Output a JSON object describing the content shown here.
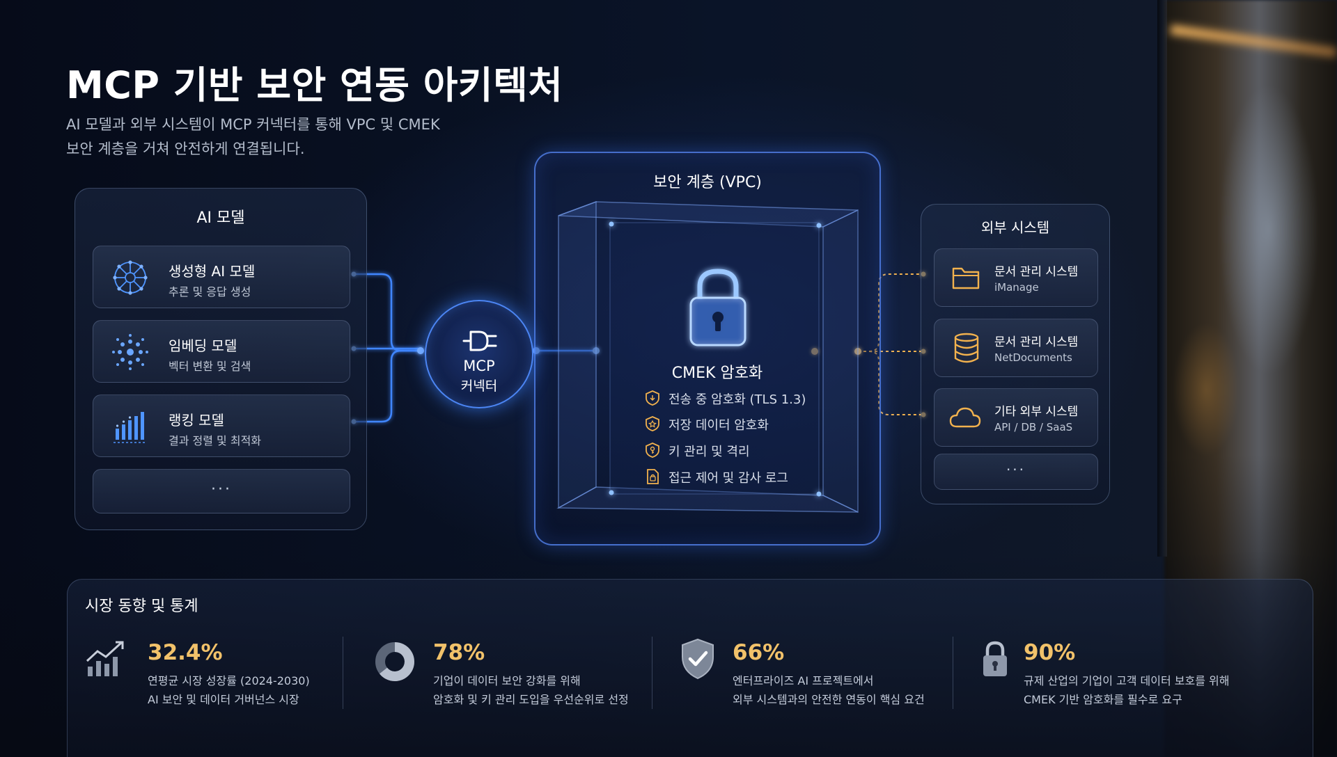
{
  "header": {
    "title": "MCP 기반 보안 연동 아키텍처",
    "subtitle_lines": [
      "AI 모델과 외부 시스템이 MCP 커넥터를 통해 VPC 및 CMEK",
      "보안 계층을 거쳐 안전하게 연결됩니다."
    ]
  },
  "ai_panel": {
    "title": "AI 모델",
    "cards": [
      {
        "title": "생성형 AI 모델",
        "sub": "추론 및 응답 생성",
        "icon": "neural-network-icon"
      },
      {
        "title": "임베딩 모델",
        "sub": "벡터 변환 및 검색",
        "icon": "embedding-dots-icon"
      },
      {
        "title": "랭킹 모델",
        "sub": "결과 정렬 및 최적화",
        "icon": "bar-chart-icon"
      }
    ],
    "more": "···"
  },
  "mcp": {
    "line1": "MCP",
    "line2": "커넥터",
    "icon": "plug-icon"
  },
  "vpc": {
    "title": "보안 계층 (VPC)",
    "cmek_title": "CMEK 암호화",
    "lock_icon": "padlock-icon",
    "features": [
      {
        "label": "전송 중 암호화 (TLS 1.3)",
        "icon": "shield-lock-icon"
      },
      {
        "label": "저장 데이터 암호화",
        "icon": "shield-star-icon"
      },
      {
        "label": "키 관리 및 격리",
        "icon": "shield-key-icon"
      },
      {
        "label": "접근 제어 및 감사 로그",
        "icon": "document-lock-icon"
      }
    ]
  },
  "ext_panel": {
    "title": "외부 시스템",
    "cards": [
      {
        "title": "문서 관리 시스템",
        "sub": "iManage",
        "icon": "folder-icon"
      },
      {
        "title": "문서 관리 시스템",
        "sub": "NetDocuments",
        "icon": "database-icon"
      },
      {
        "title": "기타 외부 시스템",
        "sub": "API / DB / SaaS",
        "icon": "cloud-icon"
      }
    ],
    "more": "···"
  },
  "stats": {
    "title": "시장 동향 및 통계",
    "items": [
      {
        "value": "32.4%",
        "lines": [
          "연평균 시장 성장률 (2024-2030)",
          "AI 보안 및 데이터 거버넌스 시장"
        ],
        "icon": "growth-chart-icon"
      },
      {
        "value": "78%",
        "lines": [
          "기업이 데이터 보안 강화를 위해",
          "암호화 및 키 관리 도입을 우선순위로 선정"
        ],
        "icon": "donut-chart-icon"
      },
      {
        "value": "66%",
        "lines": [
          "엔터프라이즈 AI 프로젝트에서",
          "외부 시스템과의 안전한 연동이 핵심 요건"
        ],
        "icon": "shield-check-icon"
      },
      {
        "value": "90%",
        "lines": [
          "규제 산업의 기업이 고객 데이터 보호를 위해",
          "CMEK 기반 암호화를 필수로 요구"
        ],
        "icon": "padlock-icon"
      }
    ]
  },
  "colors": {
    "blue": "#3f86ff",
    "gold": "#f2b24e",
    "accent": "#f2c26a"
  }
}
